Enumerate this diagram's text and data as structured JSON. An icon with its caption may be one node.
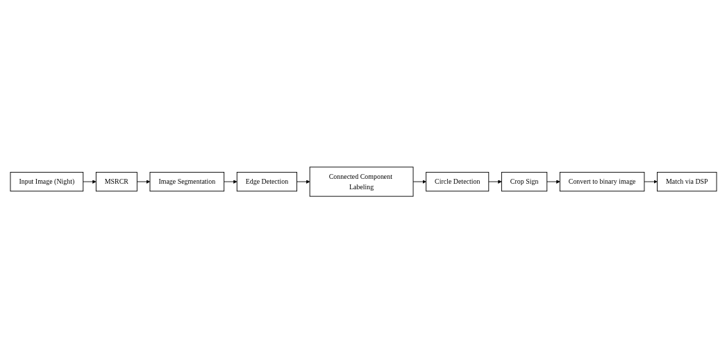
{
  "diagram": {
    "nodes": [
      {
        "text": [
          "Input Image (Night)"
        ]
      },
      {
        "text": [
          "MSRCR"
        ]
      },
      {
        "text": [
          "Image Segmentation"
        ]
      },
      {
        "text": [
          "Edge Detection"
        ]
      },
      {
        "text": [
          "Connected Component Labeling"
        ]
      },
      {
        "text": [
          "Circle Detection"
        ]
      },
      {
        "text": [
          "Crop Sign"
        ]
      },
      {
        "text": [
          "Convert to binary image"
        ]
      },
      {
        "text": [
          "Match via DSP"
        ]
      }
    ],
    "edges": [
      {
        "from": 0,
        "to": 1,
        "arrow": "to"
      },
      {
        "from": 1,
        "to": 2,
        "arrow": "to"
      },
      {
        "from": 2,
        "to": 3,
        "arrow": "to"
      },
      {
        "from": 3,
        "to": 4,
        "arrow": "to"
      },
      {
        "from": 4,
        "to": 5,
        "arrow": "to"
      },
      {
        "from": 5,
        "to": 6,
        "arrow": "to"
      },
      {
        "from": 6,
        "to": 7,
        "arrow": "to"
      },
      {
        "from": 7,
        "to": 8,
        "arrow": "to"
      }
    ]
  }
}
